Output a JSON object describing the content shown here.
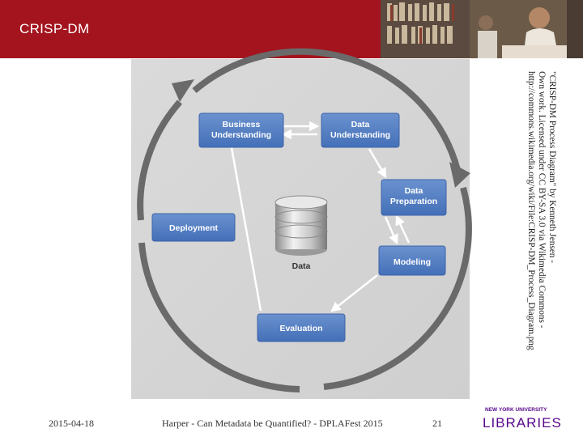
{
  "slide": {
    "title": "CRISP-DM",
    "footer_date": "2015-04-18",
    "footer_title": "Harper - Can Metadata be Quantified? - DPLAFest 2015",
    "page_number": "21"
  },
  "diagram": {
    "phases": {
      "business_understanding": [
        "Business",
        "Understanding"
      ],
      "data_understanding": [
        "Data",
        "Understanding"
      ],
      "data_preparation": [
        "Data",
        "Preparation"
      ],
      "modeling": "Modeling",
      "evaluation": "Evaluation",
      "deployment": "Deployment"
    },
    "center_label": "Data",
    "colors": {
      "box_top": "#6b92cf",
      "box_bottom": "#4470b8",
      "cycle_arrow": "#6a6a6a",
      "panel": "#d6d6d6"
    }
  },
  "attribution": {
    "lines": [
      "\"CRISP-DM Process Diagram\" by Kenneth Jensen -",
      "Own work. Licensed under CC BY-SA 3.0 via Wikimedia Commons -",
      "http://commons.wikimedia.org/wiki/File:CRISP-DM_Process_Diagram.png"
    ]
  },
  "logo": {
    "line1": "NEW YORK UNIVERSITY",
    "line2": "LIBRARIES",
    "color": "#57068c"
  },
  "header_color": "#a3141e"
}
